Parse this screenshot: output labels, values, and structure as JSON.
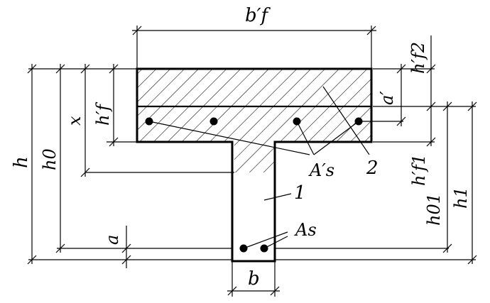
{
  "labels": {
    "bf_prime": "b′f",
    "hf2_prime": "h′f2",
    "a_prime": "a′",
    "h": "h",
    "h0": "h0",
    "x": "x",
    "hf_prime": "h′f",
    "hf1_prime": "h′f1",
    "h01": "h01",
    "h1": "h1",
    "As_prime": "A′s",
    "num2": "2",
    "num1": "1",
    "As": "As",
    "a": "a",
    "b": "b"
  }
}
